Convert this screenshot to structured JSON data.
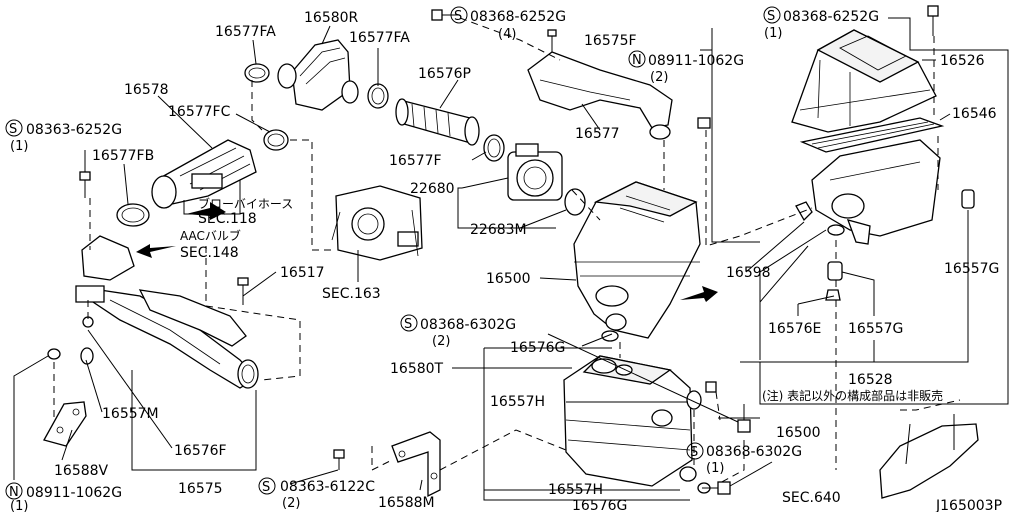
{
  "labels": {
    "p16577FA_left": "16577FA",
    "p16580R": "16580R",
    "p16577FA_right": "16577FA",
    "bolt_top_mid": "08368-6252G",
    "bolt_top_mid_qty": "(4)",
    "p16575F": "16575F",
    "nut_top": "08911-1062G",
    "nut_top_qty": "(2)",
    "bolt_top_right": "08368-6252G",
    "bolt_top_right_qty": "(1)",
    "p16526": "16526",
    "p16576P": "16576P",
    "p16578": "16578",
    "p16577FC": "16577FC",
    "bolt_left": "08363-6252G",
    "bolt_left_qty": "(1)",
    "p16577FB": "16577FB",
    "p16577": "16577",
    "p16546": "16546",
    "p16577F": "16577F",
    "p22680": "22680",
    "p22683M": "22683M",
    "blowby_jp": "ブローバイホース",
    "blowby_sec": "SEC.118",
    "aac_jp": "AACバルブ",
    "aac_sec": "SEC.148",
    "p16517": "16517",
    "sec163": "SEC.163",
    "p16500": "16500",
    "p16598": "16598",
    "p16557G_right": "16557G",
    "bolt_mid": "08368-6302G",
    "bolt_mid_qty": "(2)",
    "p16576E": "16576E",
    "p16557G_mid": "16557G",
    "p16576G_top": "16576G",
    "p16580T": "16580T",
    "p16528": "16528",
    "note_jp": "(注) 表記以外の構成部品は非販売",
    "p16557H_top": "16557H",
    "p16557M": "16557M",
    "p16500_right": "16500",
    "bolt_low_right": "08368-6302G",
    "bolt_low_right_qty": "(1)",
    "p16588V": "16588V",
    "p16576F": "16576F",
    "nut_bottom": "08911-1062G",
    "nut_bottom_qty": "(1)",
    "p16575": "16575",
    "bolt_low_mid": "08363-6122C",
    "bolt_low_mid_qty": "(2)",
    "p16588M": "16588M",
    "p16557H_bottom": "16557H",
    "p16576G_bottom": "16576G",
    "sec640": "SEC.640",
    "diagram_code": "J165003P"
  },
  "icons": {
    "circled_s": "S",
    "circled_n": "N"
  }
}
